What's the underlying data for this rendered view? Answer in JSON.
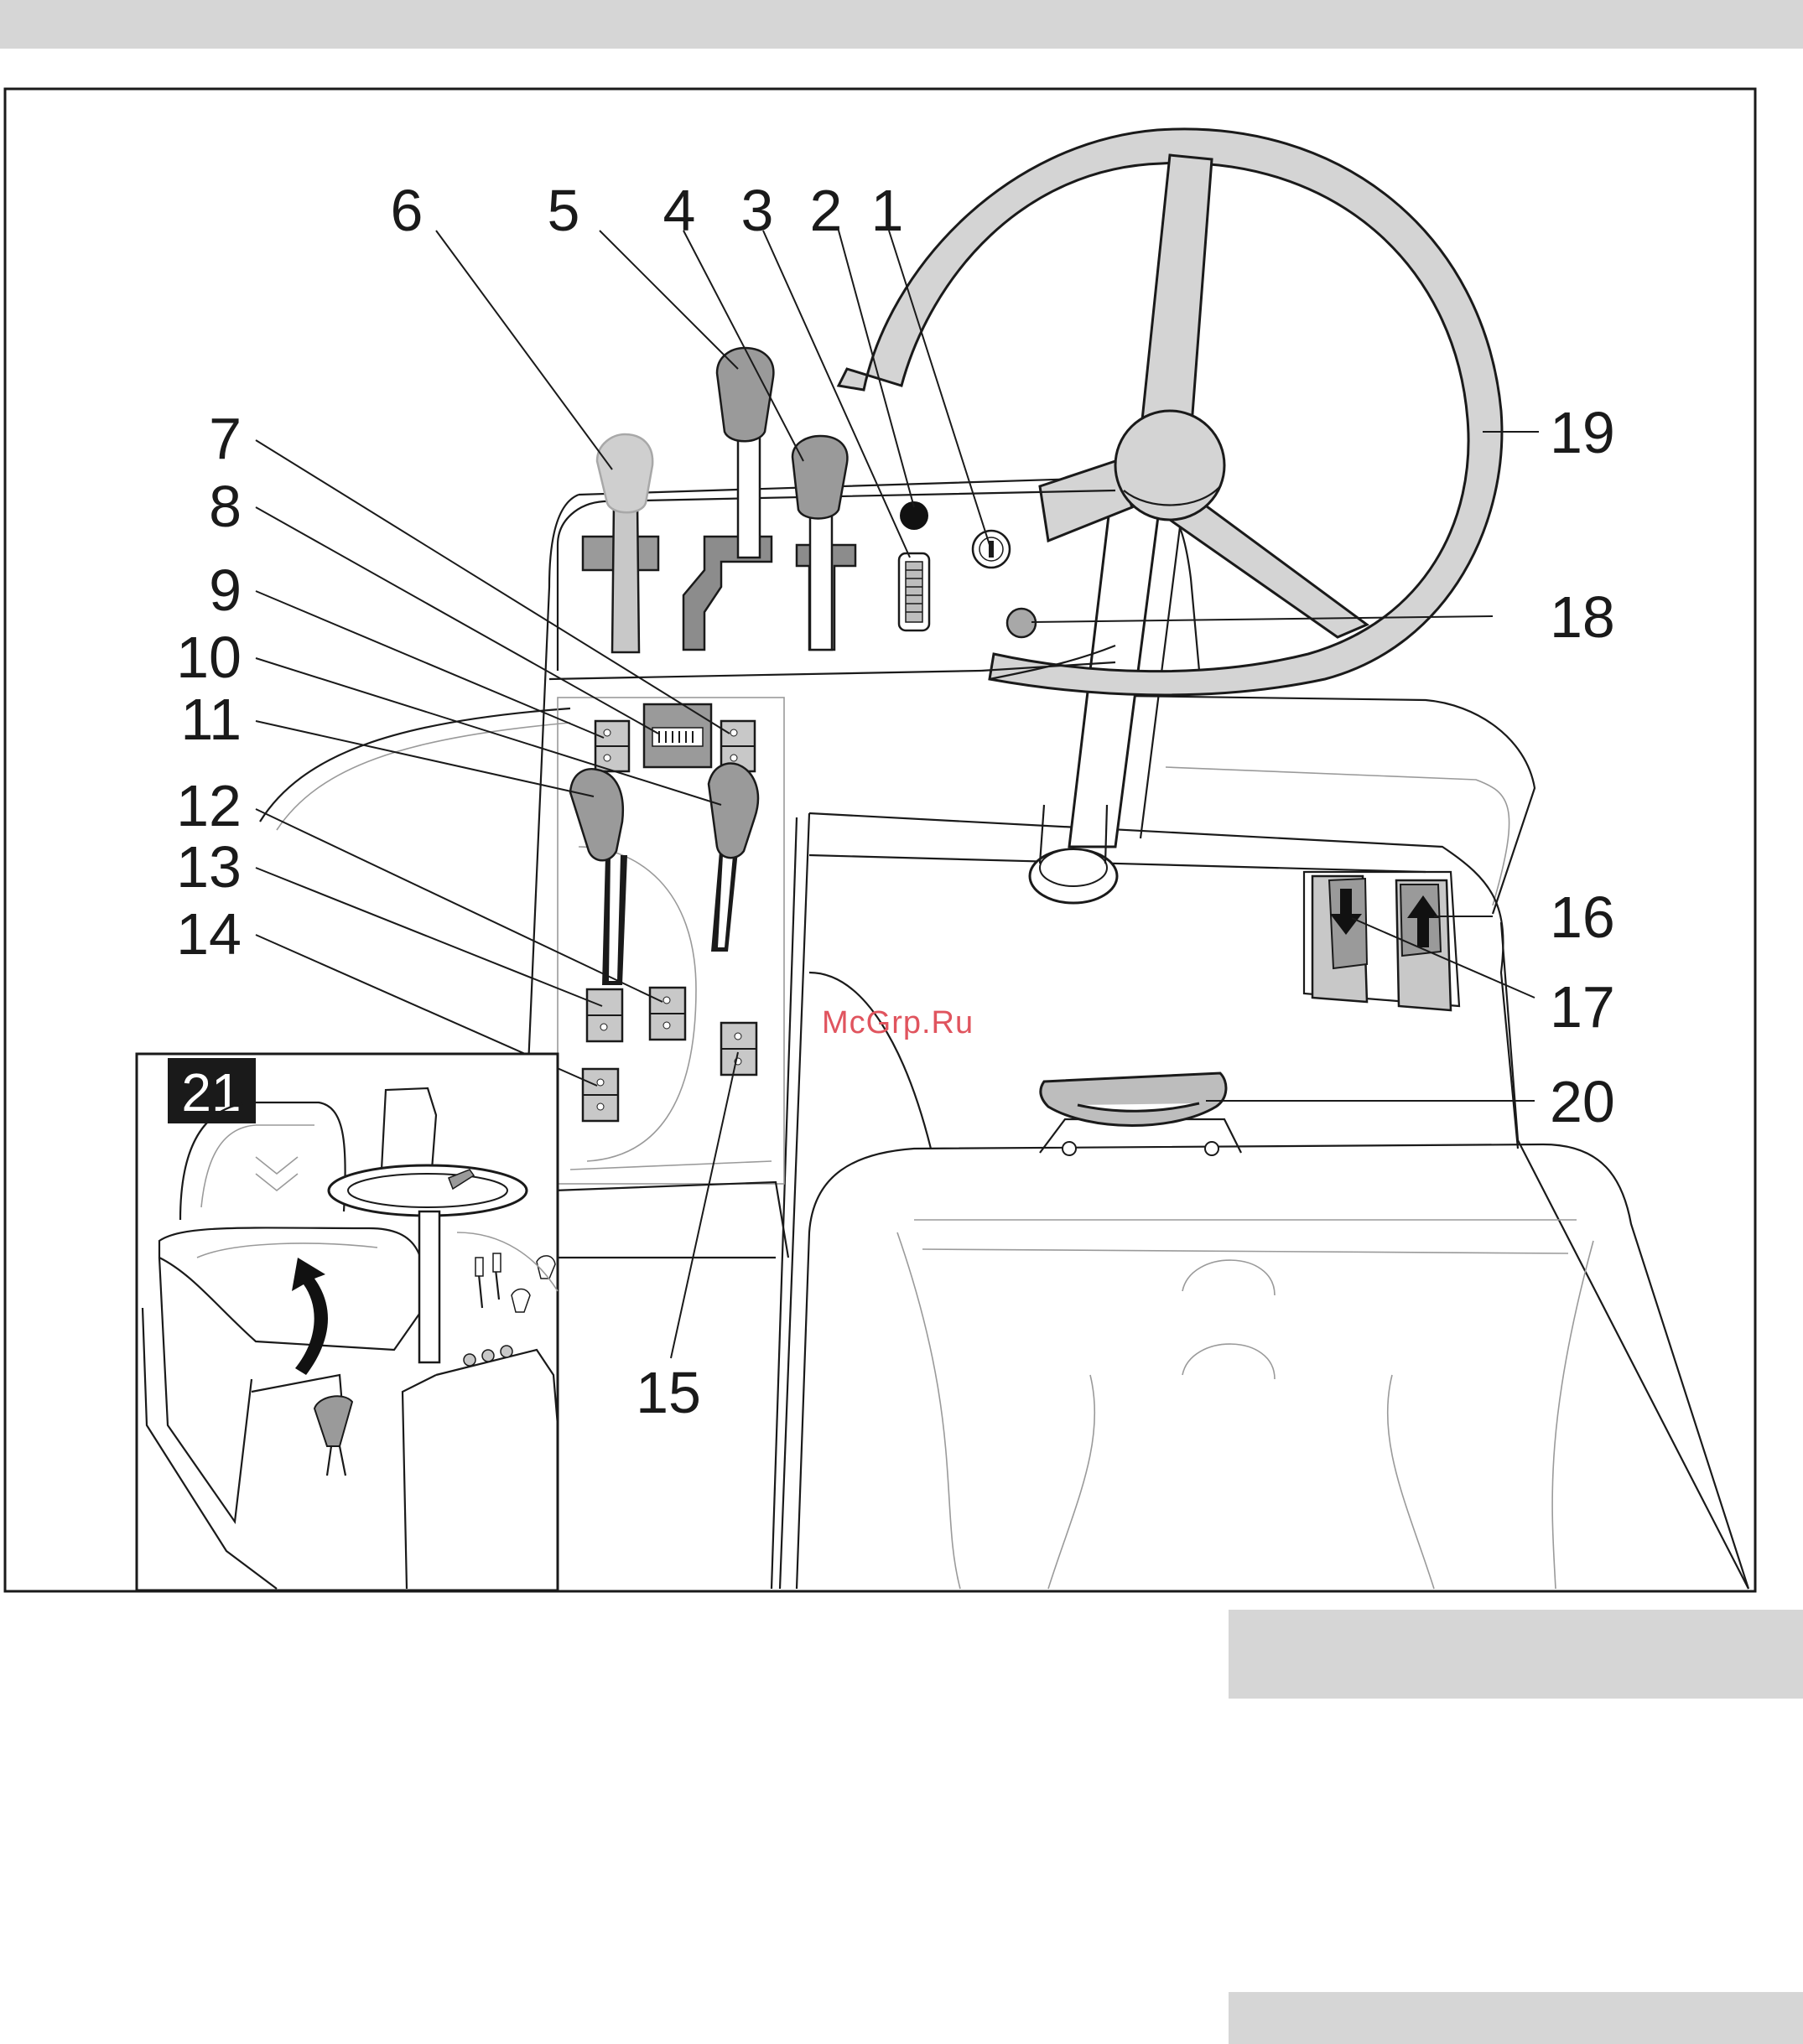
{
  "figure": {
    "watermark": "McGrp.Ru",
    "inset_label": "21",
    "callouts": [
      {
        "id": "1",
        "label": "1"
      },
      {
        "id": "2",
        "label": "2"
      },
      {
        "id": "3",
        "label": "3"
      },
      {
        "id": "4",
        "label": "4"
      },
      {
        "id": "5",
        "label": "5"
      },
      {
        "id": "6",
        "label": "6"
      },
      {
        "id": "7",
        "label": "7"
      },
      {
        "id": "8",
        "label": "8"
      },
      {
        "id": "9",
        "label": "9"
      },
      {
        "id": "10",
        "label": "10"
      },
      {
        "id": "11",
        "label": "11"
      },
      {
        "id": "12",
        "label": "12"
      },
      {
        "id": "13",
        "label": "13"
      },
      {
        "id": "14",
        "label": "14"
      },
      {
        "id": "15",
        "label": "15"
      },
      {
        "id": "16",
        "label": "16"
      },
      {
        "id": "17",
        "label": "17"
      },
      {
        "id": "18",
        "label": "18"
      },
      {
        "id": "19",
        "label": "19"
      },
      {
        "id": "20",
        "label": "20"
      }
    ]
  },
  "colors": {
    "band": "#d6d6d6",
    "line": "#1a1a1a",
    "knob_dark": "#8c8c8c",
    "knob_mid": "#a8a8a8",
    "knob_light": "#c8c8c8",
    "watermark": "#e0545e"
  }
}
